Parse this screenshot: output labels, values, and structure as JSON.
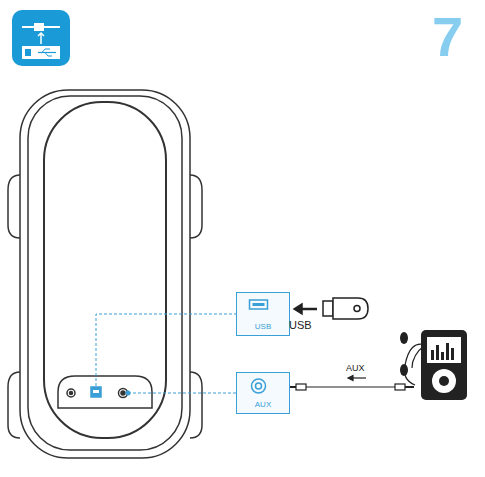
{
  "diagram": {
    "nodes": [
      {
        "text": [
          "USB"
        ]
      },
      {
        "text": [
          "AUX"
        ]
      }
    ],
    "labels": [
      "7",
      "USB",
      "AUX"
    ]
  }
}
